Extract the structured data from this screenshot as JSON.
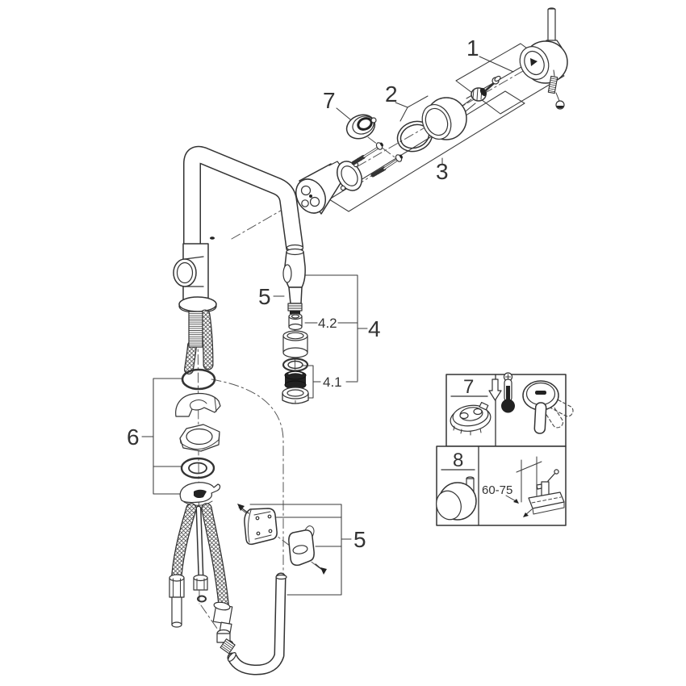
{
  "colors": {
    "background": "#ffffff",
    "line": "#303030",
    "dark_fill": "#1e1e1e"
  },
  "diagram": {
    "type": "exploded parts diagram",
    "subject": "single-lever kitchen mixer faucet with U-spout and pull-out spray",
    "callouts": {
      "c1": "1",
      "c2": "2",
      "c3": "3",
      "c4": "4",
      "c4_1": "4.1",
      "c4_2": "4.2",
      "c5_spray": "5",
      "c5_clamp": "5",
      "c6": "6",
      "c7_limiter": "7",
      "inset_7": "7",
      "inset_8": "8",
      "mounting_depth": "60-75"
    }
  }
}
